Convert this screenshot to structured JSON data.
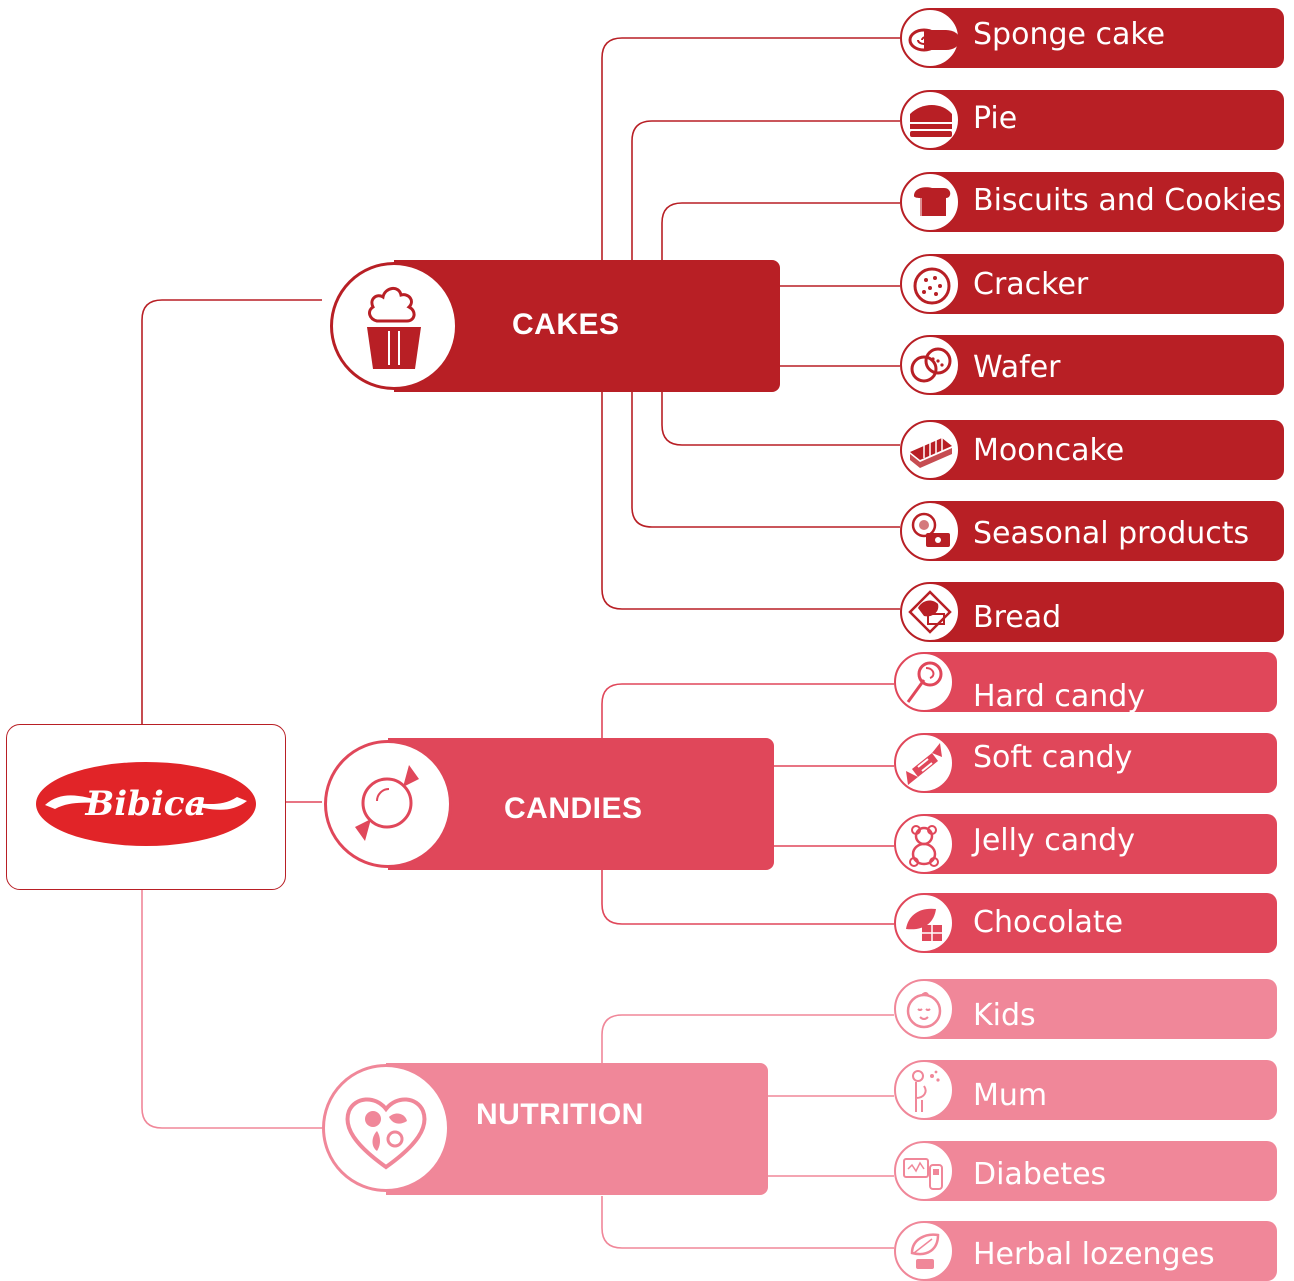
{
  "colors": {
    "cakes": "#b81f25",
    "candies": "#e0475a",
    "nutrition": "#f08799",
    "logo_red": "#e12428"
  },
  "logo": {
    "text": "Bibica"
  },
  "cakes": {
    "label": "CAKES",
    "icon": "cupcake-icon",
    "items": [
      {
        "label": "Sponge cake",
        "icon": "swiss-roll-icon"
      },
      {
        "label": "Pie",
        "icon": "pie-icon"
      },
      {
        "label": "Biscuits and Cookies",
        "icon": "bread-loaf-icon"
      },
      {
        "label": "Cracker",
        "icon": "cracker-icon"
      },
      {
        "label": "Wafer",
        "icon": "wafer-icon"
      },
      {
        "label": "Mooncake",
        "icon": "layered-cake-icon"
      },
      {
        "label": "Seasonal products",
        "icon": "gift-box-icon"
      },
      {
        "label": "Bread",
        "icon": "bread-basket-icon"
      }
    ]
  },
  "candies": {
    "label": "CANDIES",
    "icon": "wrapped-candy-icon",
    "items": [
      {
        "label": "Hard candy",
        "icon": "lollipop-icon"
      },
      {
        "label": "Soft candy",
        "icon": "soft-candy-icon"
      },
      {
        "label": "Jelly candy",
        "icon": "teddy-bear-icon"
      },
      {
        "label": "Chocolate",
        "icon": "chocolate-icon"
      }
    ]
  },
  "nutrition": {
    "label": "NUTRITION",
    "icon": "heart-food-icon",
    "items": [
      {
        "label": "Kids",
        "icon": "baby-face-icon"
      },
      {
        "label": "Mum",
        "icon": "pregnant-mum-icon"
      },
      {
        "label": "Diabetes",
        "icon": "glucose-meter-icon"
      },
      {
        "label": "Herbal lozenges",
        "icon": "herb-leaf-icon"
      }
    ]
  }
}
